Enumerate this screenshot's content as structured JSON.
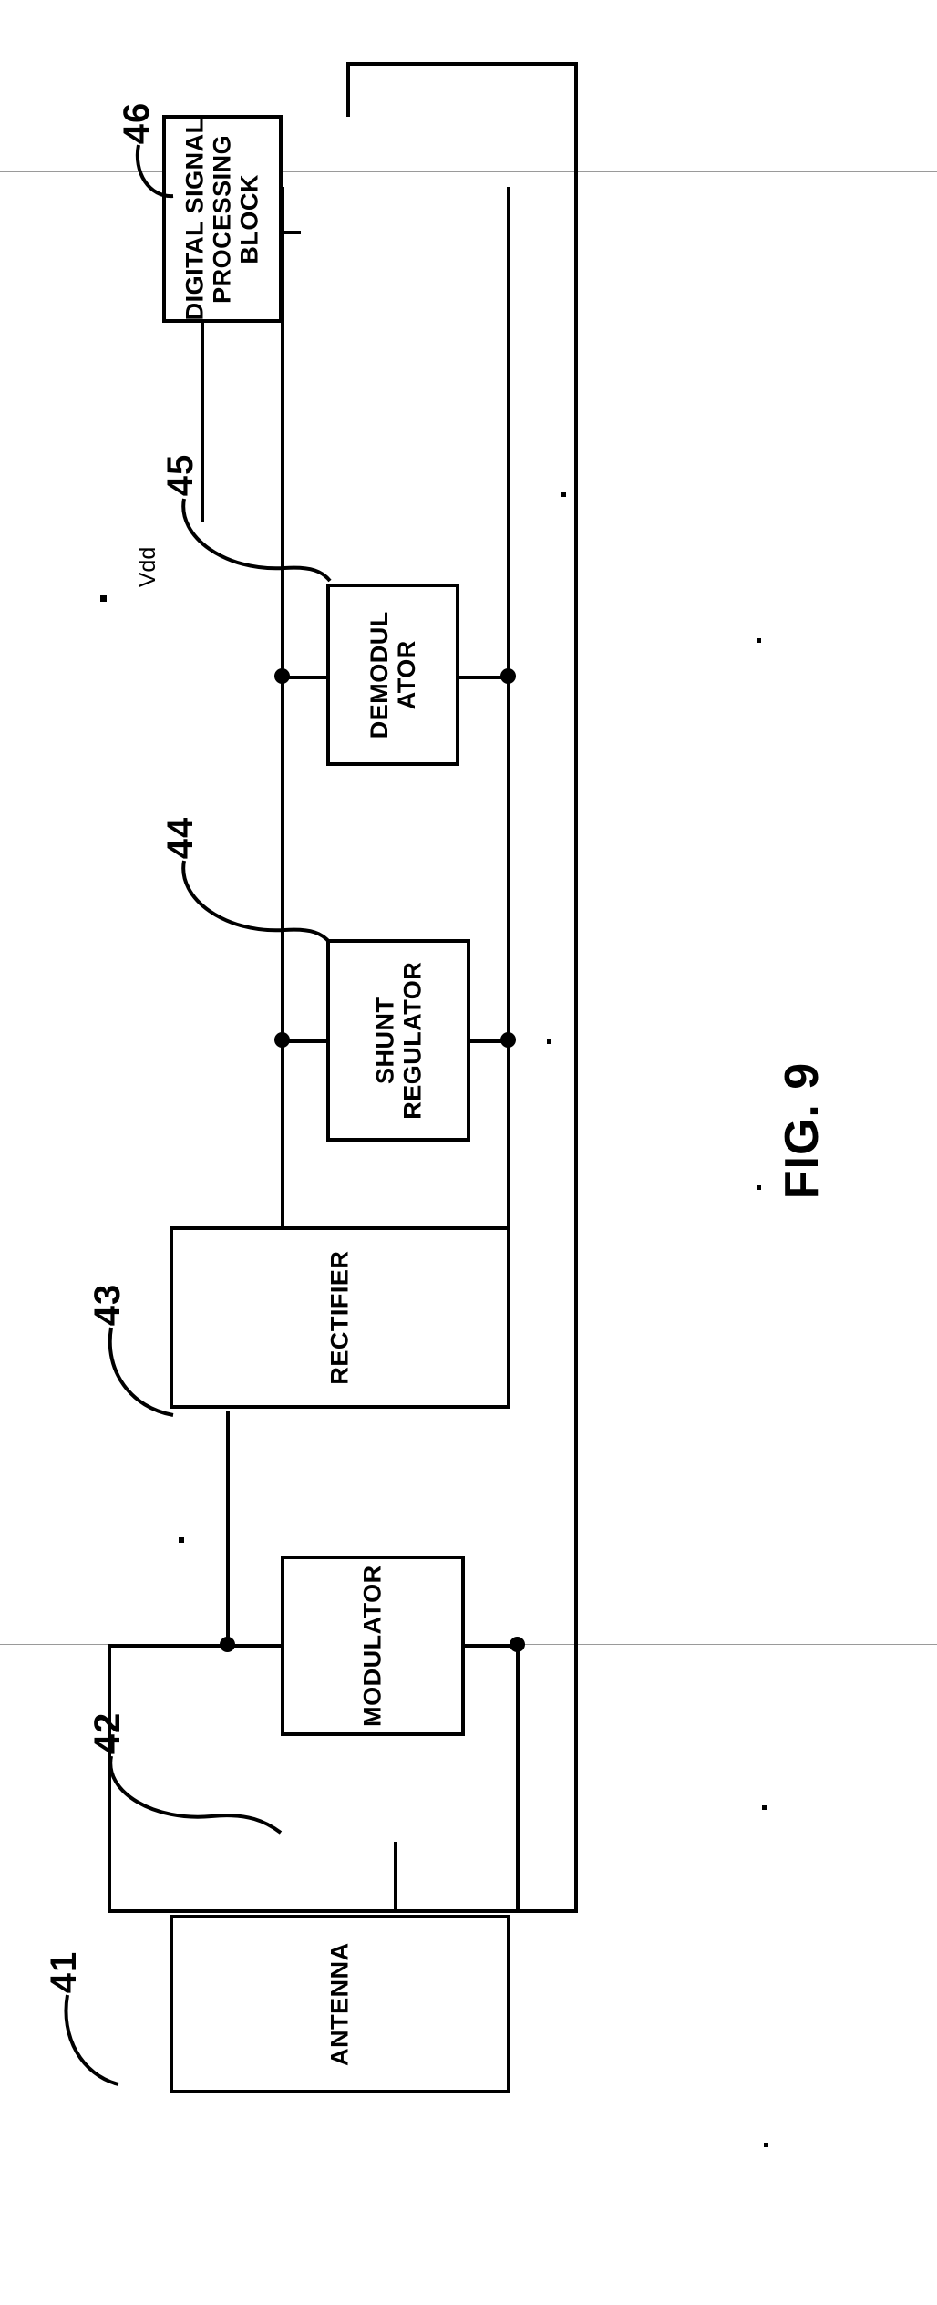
{
  "figure": {
    "caption": "FIG. 9",
    "orientation": "rotated-90-ccw"
  },
  "blocks": [
    {
      "id": "antenna",
      "ref": "41",
      "label": "ANTENNA"
    },
    {
      "id": "modulator",
      "ref": "42",
      "label": "MODULATOR"
    },
    {
      "id": "rectifier",
      "ref": "43",
      "label": "RECTIFIER"
    },
    {
      "id": "shunt",
      "ref": "44",
      "label": "SHUNT\nREGULATOR"
    },
    {
      "id": "demod",
      "ref": "45",
      "label": "DEMODUL\nATOR"
    },
    {
      "id": "dsp",
      "ref": "46",
      "label": "DIGITAL SIGNAL\nPROCESSING\nBLOCK"
    }
  ],
  "signals": {
    "vdd": "Vdd"
  },
  "colors": {
    "ink": "#000000",
    "paper": "#ffffff",
    "guide": "#9a9a9a"
  }
}
